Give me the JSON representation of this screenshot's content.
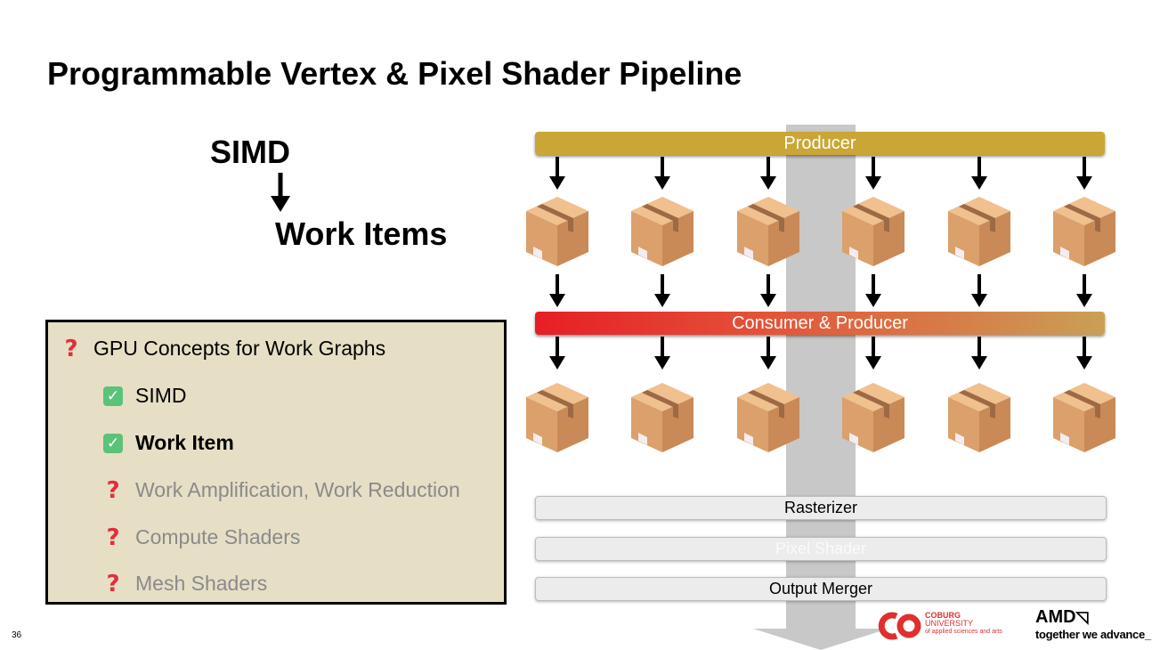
{
  "slide": {
    "title": "Programmable Vertex & Pixel Shader Pipeline",
    "page_number": "36"
  },
  "hierarchy": {
    "top": "SIMD",
    "bottom": "Work Items"
  },
  "concepts": {
    "header": "GPU Concepts for Work Graphs",
    "items": [
      {
        "label": "SIMD",
        "status": "done"
      },
      {
        "label": "Work Item",
        "status": "done-current"
      },
      {
        "label": "Work Amplification, Work Reduction",
        "status": "pending"
      },
      {
        "label": "Compute Shaders",
        "status": "pending"
      },
      {
        "label": "Mesh Shaders",
        "status": "pending"
      }
    ]
  },
  "pipeline": {
    "producer_label": "Producer",
    "consumer_producer_label": "Consumer & Producer",
    "work_items_per_row": 6,
    "stages": [
      "Rasterizer",
      "Pixel Shader",
      "Output Merger"
    ]
  },
  "colors": {
    "producer_bar": "#c9a636",
    "consumer_gradient_start": "#e61e26",
    "consumer_gradient_end": "#c9a055",
    "panel_background": "#e6dfc6",
    "question_mark": "#e0303a",
    "checkmark": "#5cc179",
    "box": "#d9955a"
  },
  "logos": {
    "university": [
      "COBURG",
      "UNIVERSITY",
      "of applied sciences and arts"
    ],
    "amd": "AMD",
    "amd_tagline": "together we advance_"
  }
}
